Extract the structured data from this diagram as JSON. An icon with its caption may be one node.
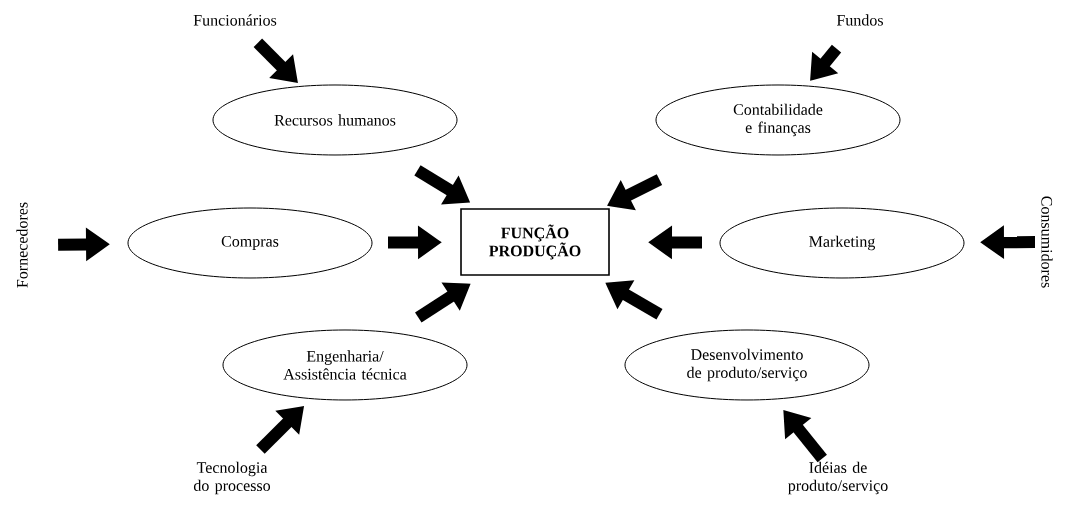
{
  "diagram": {
    "nodes": [
      {
        "text": [
          "Funcionários"
        ]
      },
      {
        "text": [
          "Fundos"
        ]
      },
      {
        "text": [
          "Recursos humanos"
        ]
      },
      {
        "text": [
          "Contabilidade e finanças"
        ]
      },
      {
        "text": [
          "Fornecedores"
        ]
      },
      {
        "text": [
          "Compras"
        ]
      },
      {
        "text": [
          "FUNÇÃO PRODUÇÃO"
        ]
      },
      {
        "text": [
          "Marketing"
        ]
      },
      {
        "text": [
          "Consumidores"
        ]
      },
      {
        "text": [
          "Engenharia/ Assistência técnica"
        ]
      },
      {
        "text": [
          "Desenvolvimento de produto/serviço"
        ]
      },
      {
        "text": [
          "Tecnologia do processo"
        ]
      },
      {
        "text": [
          "Idéias de produto/serviço"
        ]
      }
    ],
    "edges": [
      {
        "from": 0,
        "to": 2,
        "arrow": "to"
      },
      {
        "from": 1,
        "to": 3,
        "arrow": "to"
      },
      {
        "from": 2,
        "to": 6,
        "arrow": "to"
      },
      {
        "from": 3,
        "to": 6,
        "arrow": "to"
      },
      {
        "from": 4,
        "to": 5,
        "arrow": "to"
      },
      {
        "from": 5,
        "to": 6,
        "arrow": "to"
      },
      {
        "from": 8,
        "to": 7,
        "arrow": "to"
      },
      {
        "from": 7,
        "to": 6,
        "arrow": "to"
      },
      {
        "from": 9,
        "to": 6,
        "arrow": "to"
      },
      {
        "from": 10,
        "to": 6,
        "arrow": "to"
      },
      {
        "from": 11,
        "to": 9,
        "arrow": "to"
      },
      {
        "from": 12,
        "to": 10,
        "arrow": "to"
      }
    ]
  }
}
